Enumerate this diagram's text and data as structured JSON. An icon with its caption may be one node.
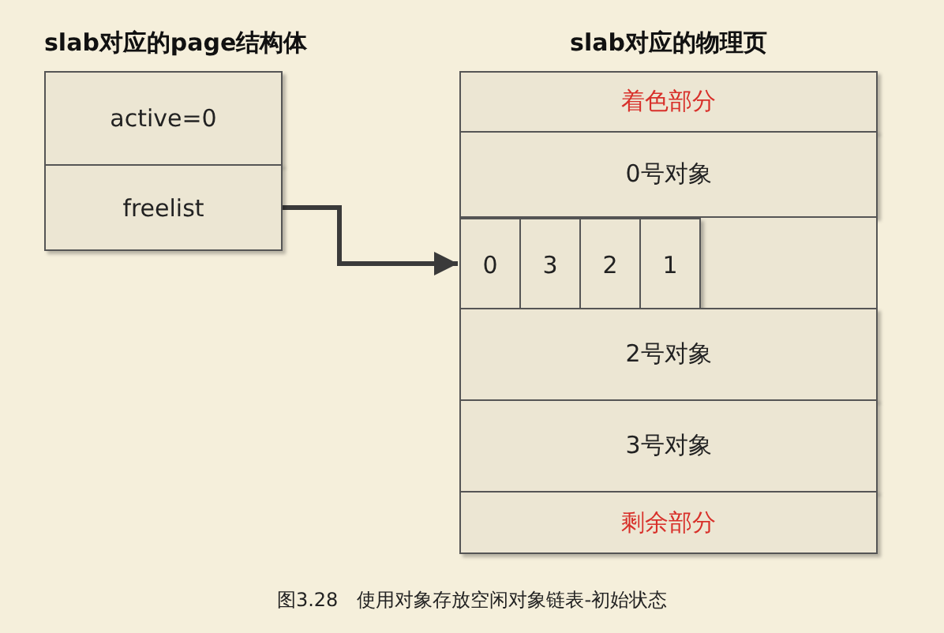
{
  "diagram": {
    "caption": "图3.28　使用对象存放空闲对象链表-初始状态",
    "nodes": [
      {
        "text": [
          "slab对应的page结构体"
        ]
      },
      {
        "text": [
          "active=0"
        ],
        "in": 0
      },
      {
        "text": [
          "freelist"
        ],
        "in": 0
      },
      {
        "text": [
          "slab对应的物理页"
        ]
      },
      {
        "text": [
          "着色部分"
        ],
        "in": 3
      },
      {
        "text": [
          "0号对象"
        ],
        "in": 3
      },
      {
        "text": [],
        "shape": "box",
        "in": 3
      },
      {
        "text": [
          "0"
        ],
        "in": 6
      },
      {
        "text": [
          "3"
        ],
        "in": 6
      },
      {
        "text": [
          "2"
        ],
        "in": 6
      },
      {
        "text": [
          "1"
        ],
        "in": 6
      },
      {
        "text": [
          "2号对象"
        ],
        "in": 3
      },
      {
        "text": [
          "3号对象"
        ],
        "in": 3
      },
      {
        "text": [
          "剩余部分"
        ],
        "in": 3
      }
    ],
    "edges": [
      {
        "from": 2,
        "to": 7,
        "arrow": "to"
      }
    ]
  }
}
